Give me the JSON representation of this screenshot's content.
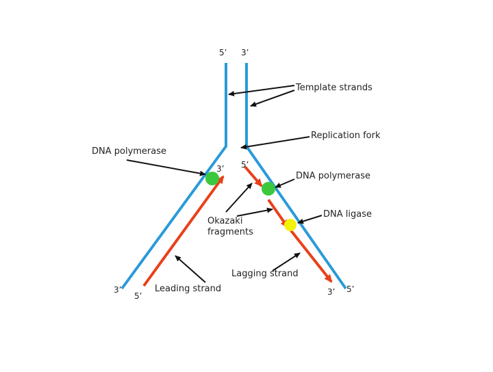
{
  "diagram": {
    "labels": {
      "top_left_5prime": "5’",
      "top_right_3prime": "3’",
      "template_strands": "Template strands",
      "replication_fork": "Replication fork",
      "dna_polymerase_left": "DNA polymerase",
      "fork_3prime": "3’",
      "fork_5prime": "5’",
      "dna_polymerase_right": "DNA polymerase",
      "dna_ligase": "DNA ligase",
      "okazaki_line1": "Okazaki",
      "okazaki_line2": "fragments",
      "lagging_strand": "Lagging strand",
      "leading_strand": "Leading strand",
      "bottom_left_3prime": "3’",
      "bottom_left_5prime": "5’",
      "bottom_right_3prime": "3’",
      "bottom_right_5prime": "5’"
    },
    "colors": {
      "template_strand": "#2a9ad8",
      "new_strand": "#e8401a",
      "polymerase": "#3cc83c",
      "ligase": "#f2f20a",
      "arrow": "#111111"
    }
  }
}
